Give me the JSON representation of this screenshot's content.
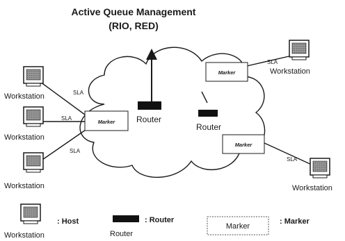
{
  "title": {
    "line1": "Active Queue Management",
    "line2": "(RIO, RED)"
  },
  "nodes": {
    "ws_left_top": "Workstation",
    "ws_left_mid": "Workstation",
    "ws_left_bottom": "Workstation",
    "ws_right_top": "Workstation",
    "ws_right_bottom": "Workstation",
    "marker_left": "Marker",
    "marker_top": "Marker",
    "marker_right": "Marker",
    "router_1": "Router",
    "router_2": "Router"
  },
  "links": {
    "sla_left_top": "SLA",
    "sla_left_mid": "SLA",
    "sla_left_bottom": "SLA",
    "sla_right_top": "SLA",
    "sla_right_bottom": "SLA"
  },
  "legend": {
    "host_label": ": Host",
    "host_caption": "Workstation",
    "router_label": ": Router",
    "router_caption": "Router",
    "marker_box": "Marker",
    "marker_label": ": Marker"
  },
  "colors": {
    "ink": "#1a1a1a",
    "monitor_screen": "#8a8a8a",
    "router_fill": "#111111",
    "cloud_fill": "#ffffff"
  }
}
